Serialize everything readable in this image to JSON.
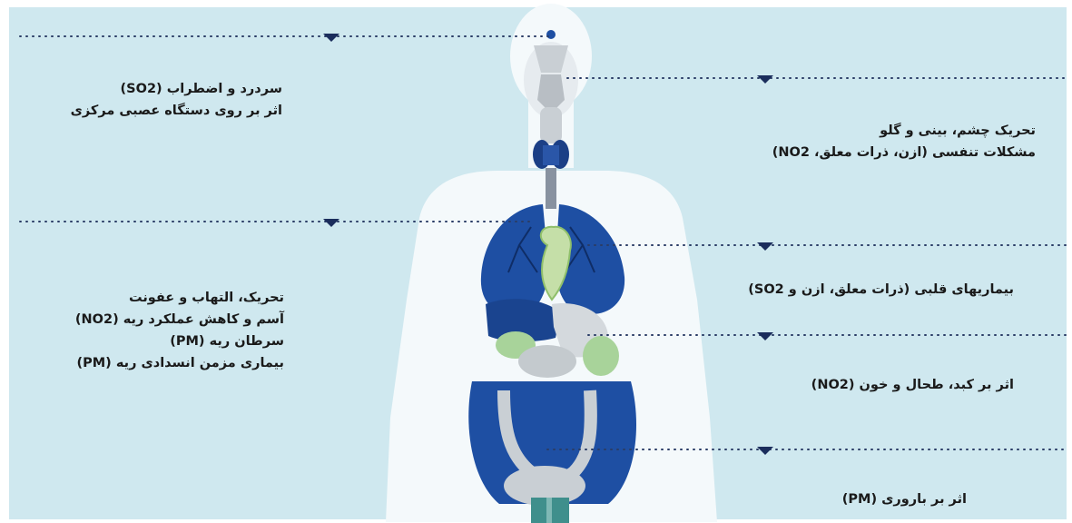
{
  "background": "#cfe8ef",
  "effects_left": [
    {
      "id": "head",
      "lines": [
        "سردرد و اضطراب (SO2)",
        "اثر بر روی دستگاه عصبی مرکزی"
      ]
    },
    {
      "id": "lungs",
      "lines": [
        "تحریک، التهاب و عفونت",
        "آسم و کاهش عملکرد ریه (NO2)",
        "سرطان ریه (PM)",
        "بیماری مزمن انسدادی ریه (PM)"
      ]
    }
  ],
  "effects_right": [
    {
      "id": "eyes-nose-throat",
      "lines": [
        "تحریک چشم، بینی و گلو",
        "مشکلات تنفسی (ازن، ذرات معلق، NO2)"
      ]
    },
    {
      "id": "heart",
      "lines": [
        "بیماریهای قلبی (ذرات معلق، ازن و SO2)"
      ]
    },
    {
      "id": "liver-blood",
      "lines": [
        "اثر بر کبد، طحال و خون (NO2)"
      ]
    },
    {
      "id": "fertility",
      "lines": [
        "اثر بر باروری (PM)"
      ]
    }
  ],
  "colors": {
    "body_silhouette": "#f4f9fb",
    "organ_dark_blue": "#1e4fa3",
    "organ_light_grey": "#d4d9dd",
    "heart_green": "#c5dfa8",
    "spine_teal": "#3f8f8c",
    "marker_navy": "#1b2d5c",
    "dotted_line": "#2b3d66"
  }
}
